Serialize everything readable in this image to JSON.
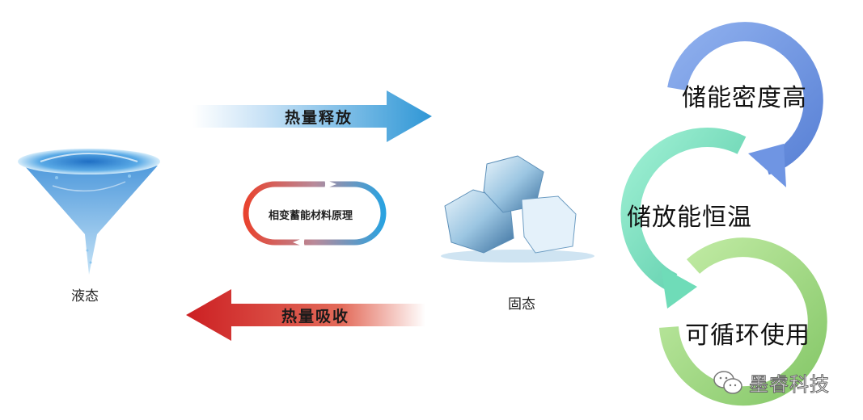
{
  "states": {
    "liquid": {
      "label": "液态",
      "icon": "water-vortex"
    },
    "solid": {
      "label": "固态",
      "icon": "ice-cubes"
    }
  },
  "arrows": {
    "release": {
      "label": "热量释放",
      "direction": "right",
      "color": "#3a9ad9"
    },
    "absorb": {
      "label": "热量吸收",
      "direction": "left",
      "color": "#d42a2a"
    }
  },
  "center": {
    "label": "相变蓄能材料原理",
    "colors": {
      "left": "#e8432f",
      "right": "#2aa2e0"
    }
  },
  "cycle": {
    "items": [
      {
        "label": "储能密度高",
        "color": "#6f95e3"
      },
      {
        "label": "储放能恒温",
        "color": "#6fdcb8"
      },
      {
        "label": "可循环使用",
        "color": "#9ed67f"
      }
    ]
  },
  "watermark": {
    "label": "墨睿科技",
    "icon": "wechat-icon"
  }
}
